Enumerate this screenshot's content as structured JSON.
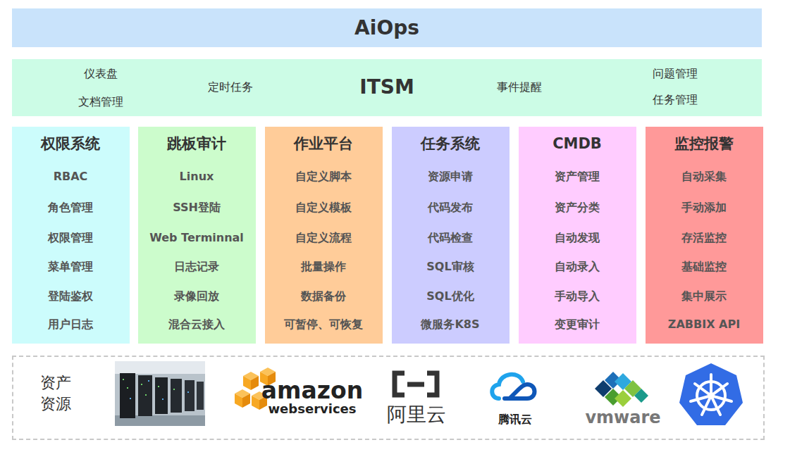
{
  "diagram": {
    "nodes": [
      {
        "text": [
          "AiOps"
        ]
      },
      {
        "text": [
          "仪表盘",
          "文档管理",
          "定时任务",
          "ITSM",
          "事件提醒",
          "问题管理",
          "任务管理"
        ]
      },
      {
        "text": [
          "权限系统",
          "RBAC",
          "角色管理",
          "权限管理",
          "菜单管理",
          "登陆鉴权",
          "用户日志"
        ]
      },
      {
        "text": [
          "跳板审计",
          "Linux",
          "SSH登陆",
          "Web Terminnal",
          "日志记录",
          "录像回放",
          "混合云接入"
        ]
      },
      {
        "text": [
          "作业平台",
          "自定义脚本",
          "自定义模板",
          "自定义流程",
          "批量操作",
          "数据备份",
          "可暂停、可恢复"
        ]
      },
      {
        "text": [
          "任务系统",
          "资源申请",
          "代码发布",
          "代码检查",
          "SQL审核",
          "SQL优化",
          "微服务K8S"
        ]
      },
      {
        "text": [
          "CMDB",
          "资产管理",
          "资产分类",
          "自动发现",
          "自动录入",
          "手动导入",
          "变更审计"
        ]
      },
      {
        "text": [
          "监控报警",
          "自动采集",
          "手动添加",
          "存活监控",
          "基础监控",
          "集中展示",
          "ZABBIX API"
        ]
      },
      {
        "text": [
          "资产 资源",
          "amazon",
          "webservices",
          "阿里云",
          "腾讯云",
          "vmware"
        ]
      }
    ]
  }
}
